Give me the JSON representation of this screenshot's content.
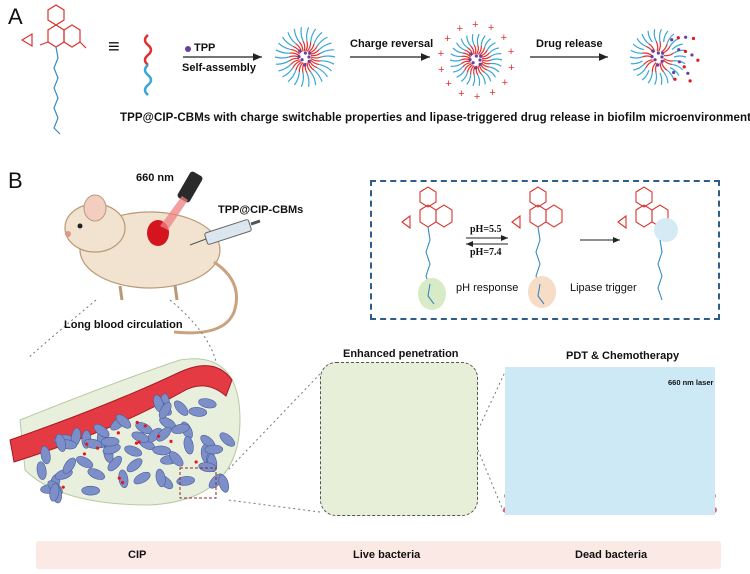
{
  "panel_a": {
    "letter": "A",
    "tpp_label": "TPP",
    "self_assembly_label": "Self-assembly",
    "charge_reversal_label": "Charge reversal",
    "drug_release_label": "Drug release",
    "equivalence_symbol": "≡",
    "caption": "TPP@CIP-CBMs with charge switchable properties and lipase-triggered drug release in biofilm microenvironment"
  },
  "panel_b": {
    "letter": "B",
    "light_label": "660 nm",
    "injection_label": "TPP@CIP-CBMs",
    "circulation_label": "Long blood circulation",
    "ph_high_label": "pH=5.5",
    "ph_low_label": "pH=7.4",
    "ph_response_label": "pH response",
    "lipase_label": "Lipase trigger",
    "penetration_title": "Enhanced penetration",
    "therapy_title": "PDT & Chemotherapy",
    "laser_label": "660 nm laser"
  },
  "legend": {
    "cip_label": "CIP",
    "live_label": "Live bacteria",
    "dead_label": "Dead bacteria"
  },
  "colors": {
    "hydrophobic_red": "#e0312f",
    "hydrophilic_blue": "#3aa6d6",
    "tpp_purple": "#6b3fa0",
    "cip_red": "#e8151b",
    "live_bacteria": "#7d8fc9",
    "dead_bacteria": "#d98b4a",
    "box_border": "#2f5d8a",
    "tissue_green": "#e7efd9",
    "membrane_bg": "#cde9f6"
  }
}
